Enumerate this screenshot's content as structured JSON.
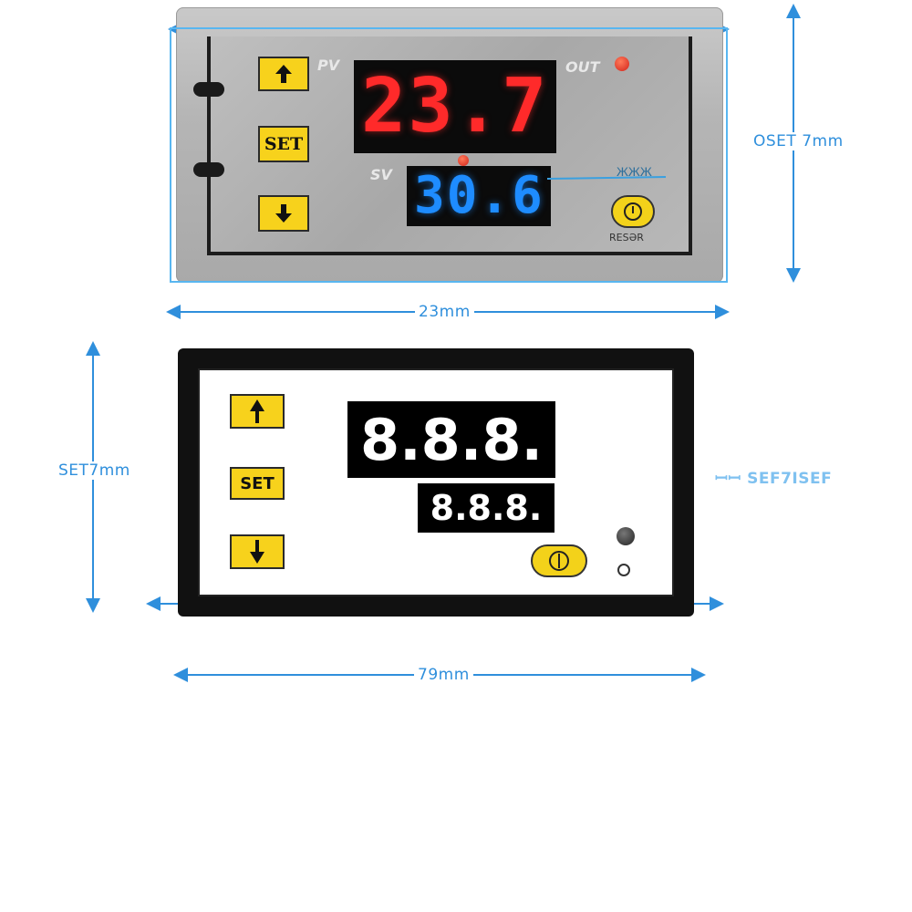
{
  "top_device": {
    "pv_label": "PV",
    "sv_label": "SV",
    "out_label": "OUT",
    "pv_value": "23.7",
    "sv_value": "30.6",
    "set_label": "SET",
    "reset_label": "RESƏR",
    "side_scribble": "ЖЖЖ"
  },
  "bottom_device": {
    "set_label": "SET",
    "display_top": "8.8.8.",
    "display_bottom": "8.8.8."
  },
  "dimensions": {
    "top_width": "23mm",
    "top_height": "OSET 7mm",
    "bottom_width": "79mm",
    "bottom_height": "SET7mm",
    "bottom_side_note": "ꟷꟷ  SEF7ISEF"
  },
  "colors": {
    "dimension_blue": "#2f8fdc",
    "pv_red": "#ff2a2a",
    "sv_blue": "#1e8cff",
    "key_yellow": "#f7d21c"
  },
  "icons": [
    "arrow-up-icon",
    "arrow-down-icon",
    "power-icon"
  ]
}
